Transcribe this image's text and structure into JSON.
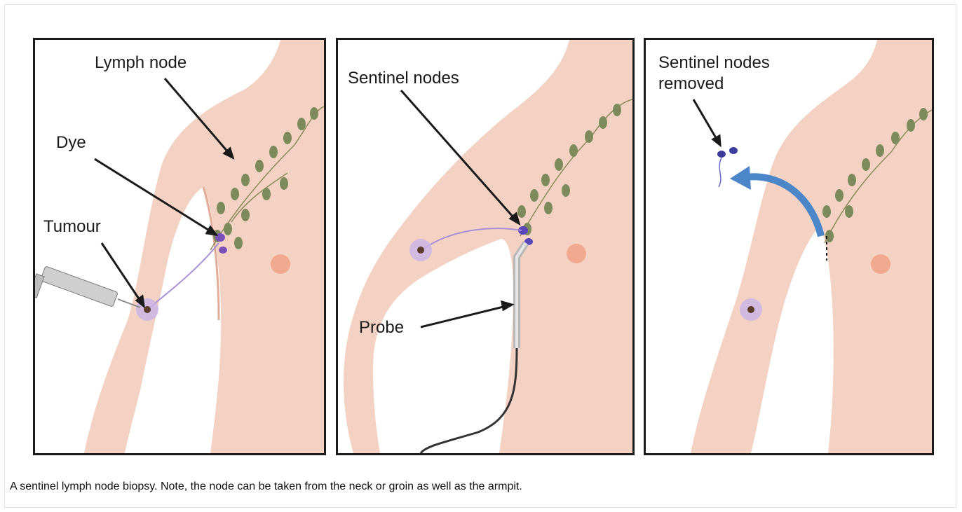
{
  "panels": [
    {
      "labels": {
        "lymph_node": "Lymph node",
        "dye": "Dye",
        "tumour": "Tumour"
      }
    },
    {
      "labels": {
        "sentinel_nodes": "Sentinel nodes",
        "probe": "Probe"
      }
    },
    {
      "labels": {
        "sentinel_removed_line1": "Sentinel nodes",
        "sentinel_removed_line2": "removed"
      }
    }
  ],
  "caption": "A sentinel lymph node biopsy. Note, the node can be taken from the neck or groin as well as the armpit.",
  "colors": {
    "skin": "#f4d2c3",
    "skin_shadow": "#e8b9a6",
    "node": "#7c8a5c",
    "dye": "#7a4fb8",
    "arrow": "#4a86c8",
    "outline": "#1a1a1a"
  }
}
